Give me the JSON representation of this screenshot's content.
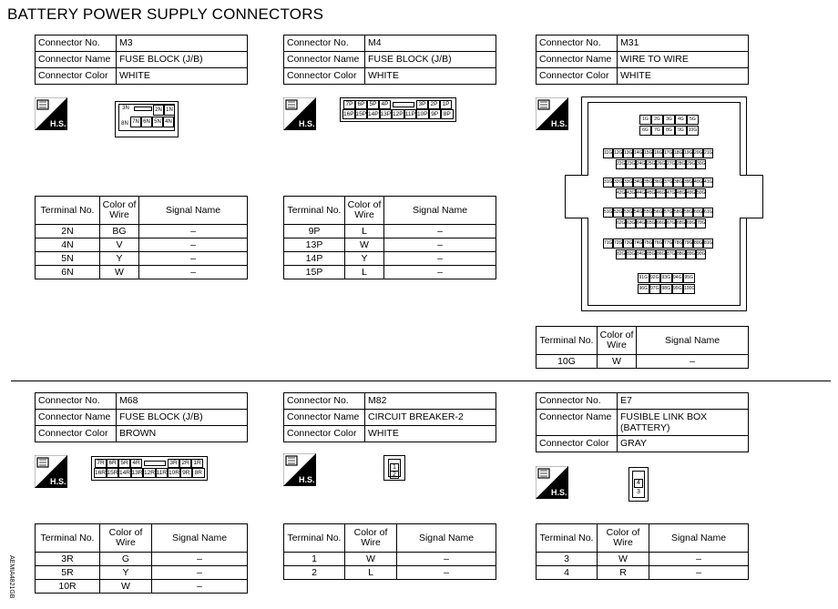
{
  "title": "BATTERY POWER SUPPLY CONNECTORS",
  "side_code": "AEMIA4821GB",
  "hs_label": "H.S.",
  "labels": {
    "connector_no": "Connector No.",
    "connector_name": "Connector Name",
    "connector_color": "Connector Color",
    "terminal_no": "Terminal No.",
    "color_of_wire": "Color of Wire",
    "signal_name": "Signal Name"
  },
  "connectors": [
    {
      "no": "M3",
      "name": "FUSE BLOCK (J/B)",
      "color": "WHITE",
      "rows": [
        [
          "2N",
          "BG",
          "–"
        ],
        [
          "4N",
          "V",
          "–"
        ],
        [
          "5N",
          "Y",
          "–"
        ],
        [
          "6N",
          "W",
          "–"
        ]
      ]
    },
    {
      "no": "M4",
      "name": "FUSE BLOCK (J/B)",
      "color": "WHITE",
      "rows": [
        [
          "9P",
          "L",
          "–"
        ],
        [
          "13P",
          "W",
          "–"
        ],
        [
          "14P",
          "Y",
          "–"
        ],
        [
          "15P",
          "L",
          "–"
        ]
      ]
    },
    {
      "no": "M31",
      "name": "WIRE TO WIRE",
      "color": "WHITE",
      "rows": [
        [
          "10G",
          "W",
          "–"
        ]
      ]
    },
    {
      "no": "M68",
      "name": "FUSE BLOCK (J/B)",
      "color": "BROWN",
      "rows": [
        [
          "3R",
          "G",
          "–"
        ],
        [
          "5R",
          "Y",
          "–"
        ],
        [
          "10R",
          "W",
          "–"
        ]
      ]
    },
    {
      "no": "M82",
      "name": "CIRCUIT BREAKER-2",
      "color": "WHITE",
      "rows": [
        [
          "1",
          "W",
          "–"
        ],
        [
          "2",
          "L",
          "–"
        ]
      ]
    },
    {
      "no": "E7",
      "name": "FUSIBLE LINK BOX (BATTERY)",
      "color": "GRAY",
      "rows": [
        [
          "3",
          "W",
          "–"
        ],
        [
          "4",
          "R",
          "–"
        ]
      ]
    }
  ],
  "pins": {
    "m3_top": [
      "3N",
      "2N",
      "1N"
    ],
    "m3_bottom": [
      "8N",
      "7N",
      "6N",
      "5N",
      "4N"
    ],
    "m4_top": [
      "7P",
      "6P",
      "5P",
      "4P",
      "3P",
      "2P",
      "1P"
    ],
    "m4_bottom": [
      "16P",
      "15P",
      "14P",
      "13P",
      "12P",
      "11P",
      "10P",
      "9P",
      "8P"
    ],
    "m68_top": [
      "7R",
      "6R",
      "5R",
      "4R",
      "3R",
      "2R",
      "1R"
    ],
    "m68_bottom": [
      "16R",
      "15R",
      "14R",
      "13R",
      "12R",
      "11R",
      "10R",
      "9R",
      "8R"
    ],
    "m82": [
      "1",
      "2"
    ],
    "e7": [
      "4",
      "3"
    ],
    "m31_rows": [
      [
        "1G",
        "2G",
        "3G",
        "4G",
        "5G"
      ],
      [
        "6G",
        "7G",
        "8G",
        "9G",
        "10G"
      ],
      [
        "11G",
        "12G",
        "13G",
        "14G",
        "15G",
        "16G",
        "17G",
        "18G",
        "19G",
        "20G",
        "21G"
      ],
      [
        "22G",
        "23G",
        "24G",
        "25G",
        "26G",
        "27G",
        "28G",
        "29G",
        "30G"
      ],
      [
        "31G",
        "32G",
        "33G",
        "34G",
        "35G",
        "36G",
        "37G",
        "38G",
        "39G",
        "40G",
        "41G"
      ],
      [
        "42G",
        "43G",
        "44G",
        "45G",
        "46G",
        "47G",
        "48G",
        "49G",
        "50G"
      ],
      [
        "51G",
        "52G",
        "53G",
        "54G",
        "55G",
        "56G",
        "57G",
        "58G",
        "59G",
        "60G",
        "61G"
      ],
      [
        "62G",
        "63G",
        "64G",
        "65G",
        "66G",
        "67G",
        "68G",
        "69G",
        "70G"
      ],
      [
        "71G",
        "72G",
        "73G",
        "74G",
        "75G",
        "76G",
        "77G",
        "78G",
        "79G",
        "80G",
        "81G"
      ],
      [
        "82G",
        "83G",
        "84G",
        "85G",
        "86G",
        "87G",
        "88G",
        "89G",
        "90G"
      ],
      [
        "91G",
        "92G",
        "93G",
        "94G",
        "95G"
      ],
      [
        "96G",
        "97G",
        "98G",
        "99G",
        "100G"
      ]
    ]
  }
}
